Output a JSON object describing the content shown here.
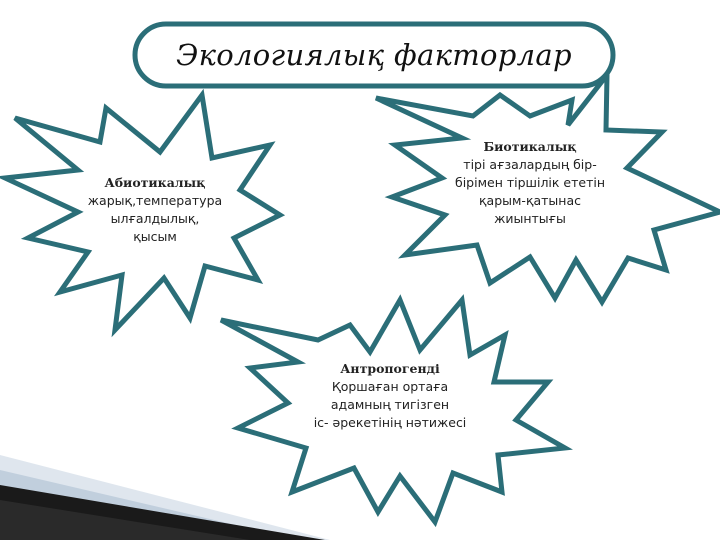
{
  "title": "Экологиялық факторлар",
  "colors": {
    "outline": "#2b6e78",
    "fill": "#ffffff",
    "corner_dark": "#1a1a1a",
    "corner_light": "#c9d6e3"
  },
  "factors": {
    "abiotic": {
      "heading": "Абиотикалық",
      "lines": [
        "жарық,температура",
        "ылғалдылық,",
        "қысым"
      ]
    },
    "biotic": {
      "heading": "Биотикалық",
      "lines": [
        "тірі ағзалардың бір-",
        "бірімен тіршілік ететін",
        "қарым-қатынас",
        "жиынтығы"
      ]
    },
    "anthropogenic": {
      "heading": "Антропогенді",
      "lines": [
        "Қоршаған ортаға",
        "адамның тигізген",
        "іс- әрекетінің нәтижесі"
      ]
    }
  }
}
